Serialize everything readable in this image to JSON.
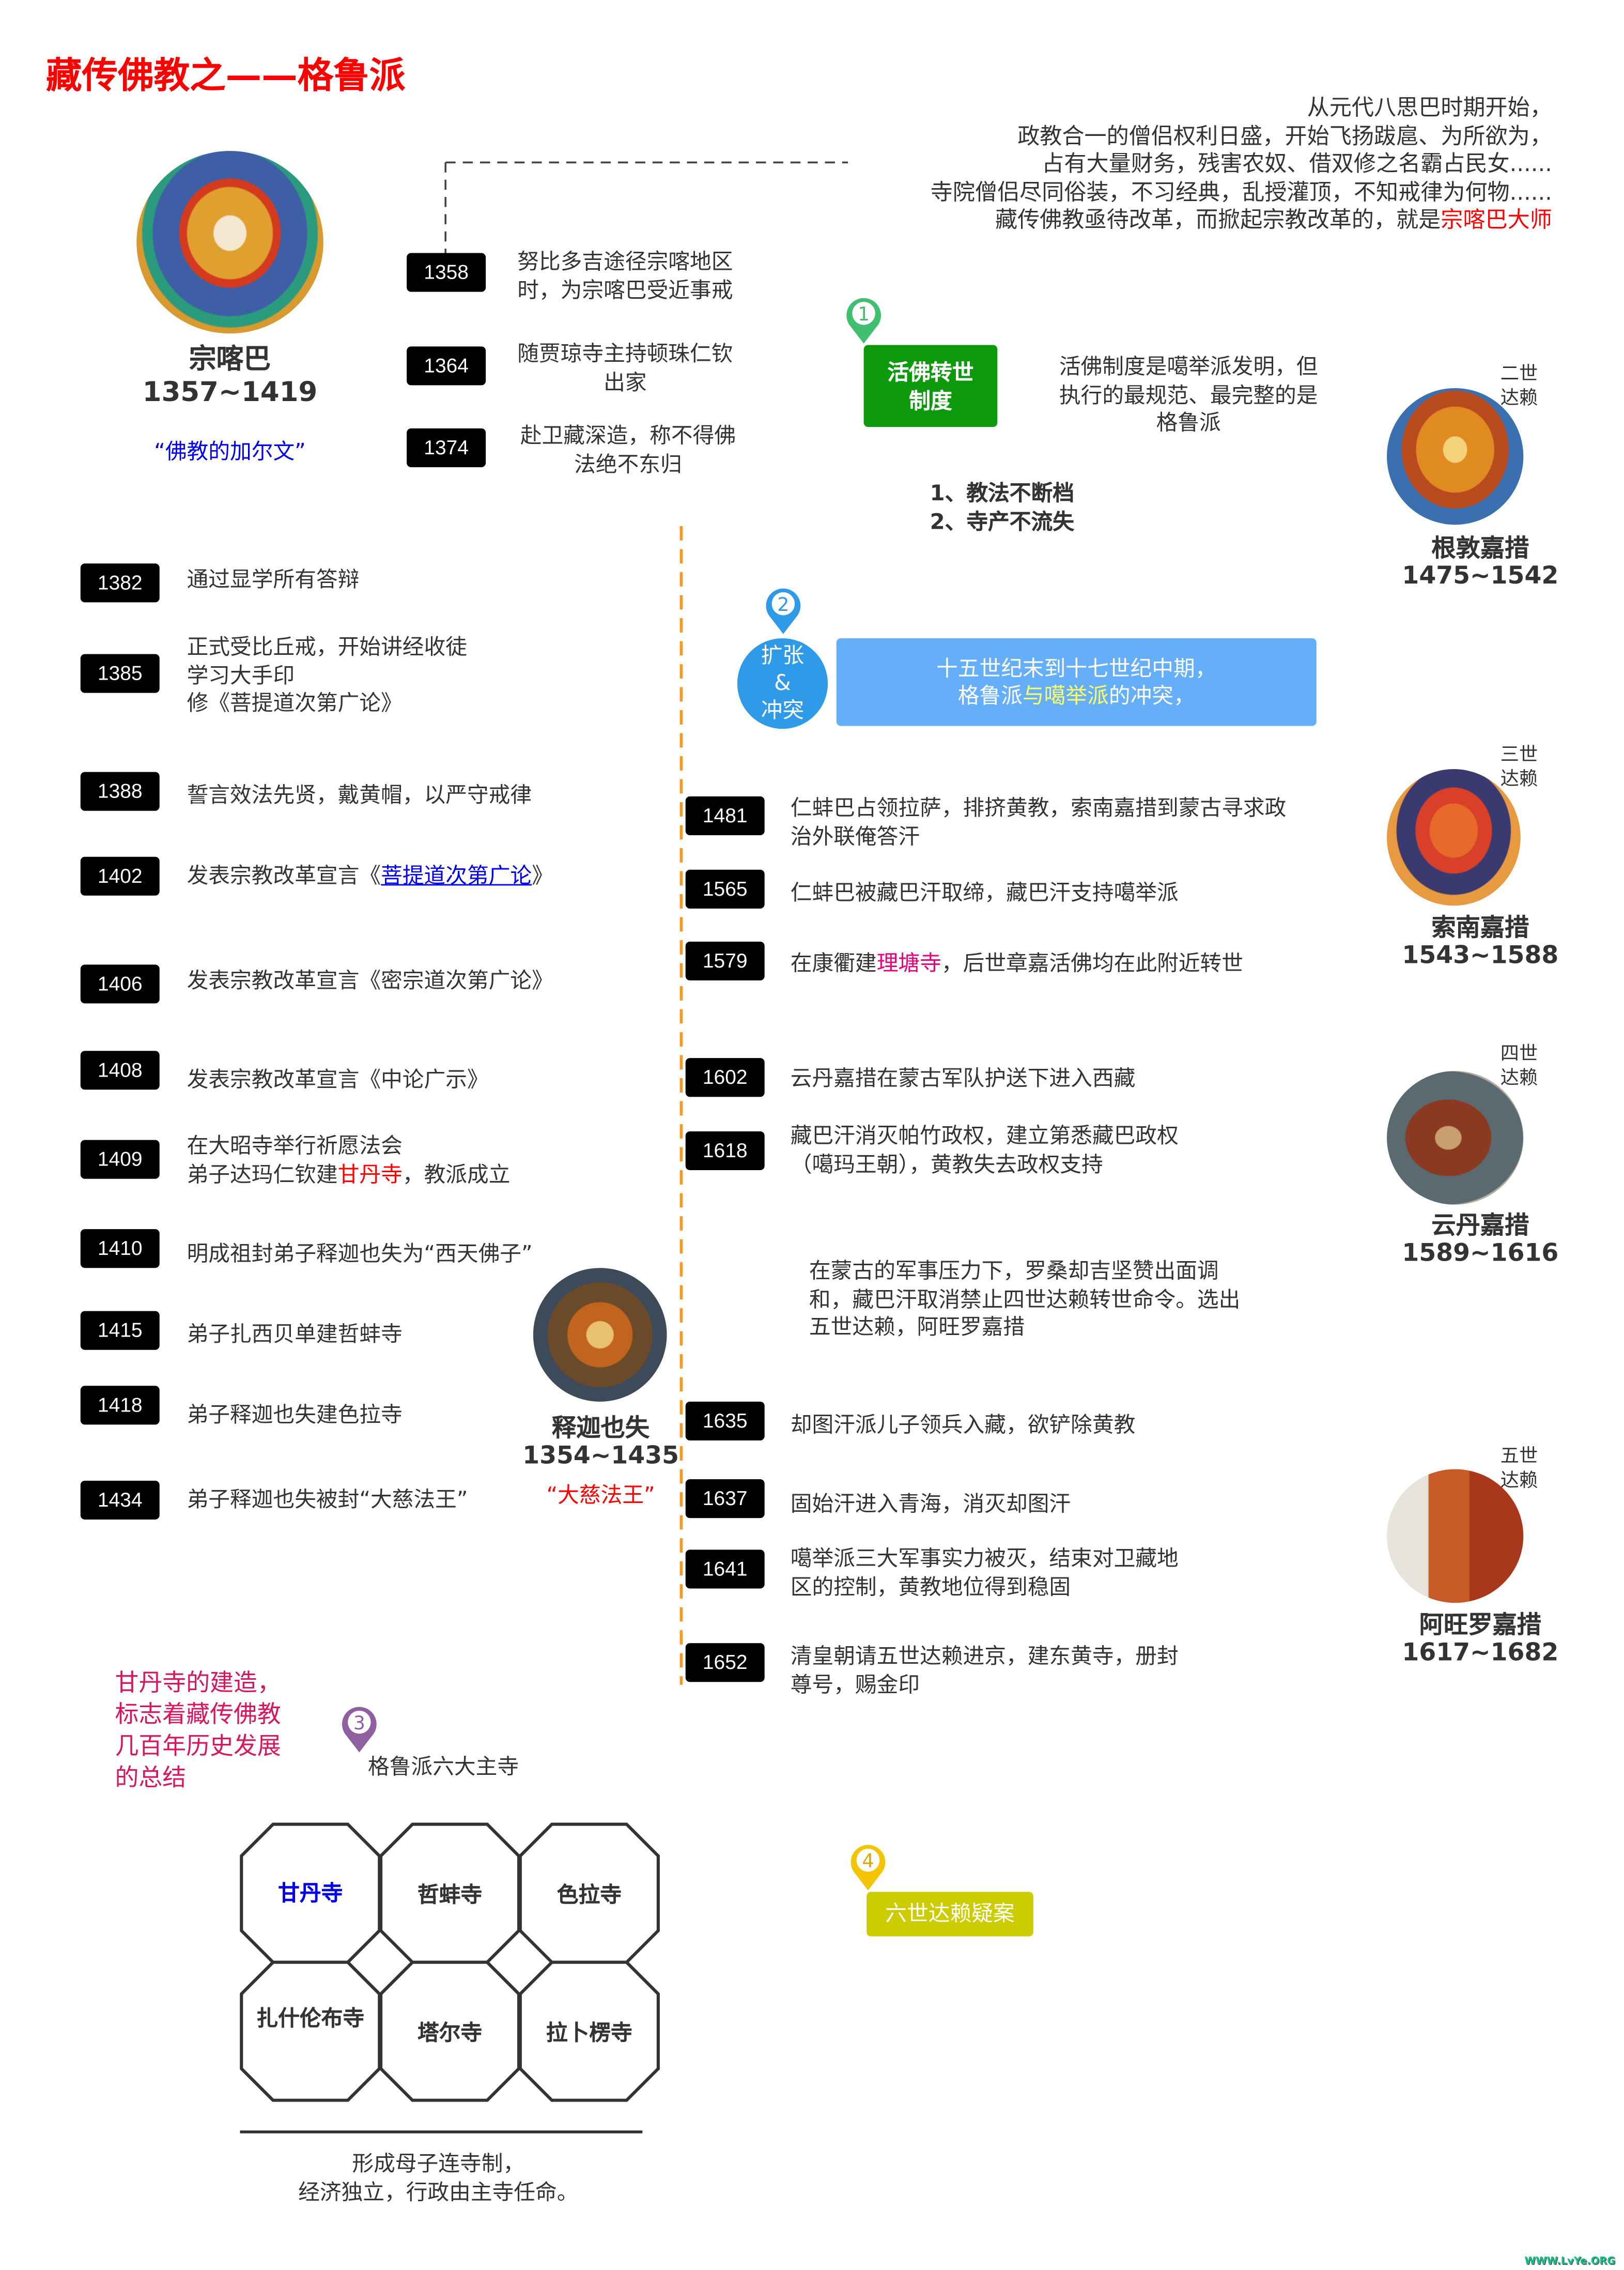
{
  "title": "藏传佛教之——格鲁派",
  "founder": {
    "name": "宗喀巴",
    "years": "1357~1419",
    "epithet": "“佛教的加尔文”",
    "events": [
      {
        "year": "1358",
        "lines": [
          "努比多吉途径宗喀地区",
          "时，为宗喀巴受近事戒"
        ]
      },
      {
        "year": "1364",
        "lines": [
          "随贾琼寺主持顿珠仁钦",
          "出家"
        ]
      },
      {
        "year": "1374",
        "lines": [
          "赴卫藏深造，称不得佛",
          "法绝不东归"
        ]
      }
    ]
  },
  "intro": {
    "lines": [
      "从元代八思巴时期开始，",
      "政教合一的僧侣权利日盛，开始飞扬跋扈、为所欲为，",
      "占有大量财务，残害农奴、借双修之名霸占民女......",
      "寺院僧侣尽同俗装，不习经典，乱授灌顶，不知戒律为何物......"
    ],
    "last_line_prefix": "藏传佛教亟待改革，而掀起宗教改革的，就是",
    "last_line_highlight": "宗喀巴大师"
  },
  "section1": {
    "number": "1",
    "label": "活佛转世制度",
    "description": [
      "活佛制度是噶举派发明，但",
      "执行的最规范、最完整的是",
      "格鲁派"
    ],
    "points": [
      "1、教法不断档",
      "2、寺产不流失"
    ]
  },
  "left_timeline": [
    {
      "year": "1382",
      "lines": [
        "通过显学所有答辩"
      ]
    },
    {
      "year": "1385",
      "lines": [
        "正式受比丘戒，开始讲经收徒",
        "学习大手印",
        "修《菩提道次第广论》"
      ]
    },
    {
      "year": "1388",
      "lines": [
        "誓言效法先贤，戴黄帽，以严守戒律"
      ]
    },
    {
      "year": "1402",
      "pre": "发表宗教改革宣言《",
      "highlight": "菩提道次第广论",
      "post": "》"
    },
    {
      "year": "1406",
      "lines": [
        "发表宗教改革宣言《密宗道次第广论》"
      ]
    },
    {
      "year": "1408",
      "lines": [
        "发表宗教改革宣言《中论广示》"
      ]
    },
    {
      "year": "1409",
      "line1": "在大昭寺举行祈愿法会",
      "pre": "弟子达玛仁钦建",
      "highlight": "甘丹寺",
      "post": "，教派成立"
    },
    {
      "year": "1410",
      "lines": [
        "明成祖封弟子释迦也失为“西天佛子”"
      ]
    },
    {
      "year": "1415",
      "lines": [
        "弟子扎西贝单建哲蚌寺"
      ]
    },
    {
      "year": "1418",
      "lines": [
        "弟子释迦也失建色拉寺"
      ]
    },
    {
      "year": "1434",
      "lines": [
        "弟子释迦也失被封“大慈法王”"
      ]
    }
  ],
  "disciple": {
    "name": "释迦也失",
    "years": "1354~1435",
    "epithet": "“大慈法王”"
  },
  "section2": {
    "number": "2",
    "circle_lines": [
      "扩张",
      "&",
      "冲突"
    ],
    "banner_line1": "十五世纪末到十七世纪中期，",
    "banner_pre": "格鲁派",
    "banner_highlight": "与噶举派",
    "banner_post": "的冲突，"
  },
  "right_timeline": [
    {
      "year": "1481",
      "lines": [
        "仁蚌巴占领拉萨，排挤黄教，索南嘉措到蒙古寻求政",
        "治外联俺答汗"
      ]
    },
    {
      "year": "1565",
      "lines": [
        "仁蚌巴被藏巴汗取缔，藏巴汗支持噶举派"
      ]
    },
    {
      "year": "1579",
      "pre": "在康衢建",
      "highlight": "理塘寺",
      "post": "，后世章嘉活佛均在此附近转世"
    },
    {
      "year": "1602",
      "lines": [
        "云丹嘉措在蒙古军队护送下进入西藏"
      ]
    },
    {
      "year": "1618",
      "lines": [
        "藏巴汗消灭帕竹政权，建立第悉藏巴政权",
        "（噶玛王朝），黄教失去政权支持"
      ]
    },
    {
      "year": "1635",
      "lines": [
        "却图汗派儿子领兵入藏，欲铲除黄教"
      ]
    },
    {
      "year": "1637",
      "lines": [
        "固始汗进入青海，消灭却图汗"
      ]
    },
    {
      "year": "1641",
      "lines": [
        "噶举派三大军事实力被灭，结束对卫藏地",
        "区的控制，黄教地位得到稳固"
      ]
    },
    {
      "year": "1652",
      "lines": [
        "清皇朝请五世达赖进京，建东黄寺，册封",
        "尊号，赐金印"
      ]
    }
  ],
  "mediation_note": [
    "在蒙古的军事压力下，罗桑却吉坚赞出面调",
    "和，藏巴汗取消禁止四世达赖转世命令。选出",
    "五世达赖，阿旺罗嘉措"
  ],
  "dalai_lamas": [
    {
      "rank": [
        "二世",
        "达赖"
      ],
      "name": "根敦嘉措",
      "years": "1475~1542"
    },
    {
      "rank": [
        "三世",
        "达赖"
      ],
      "name": "索南嘉措",
      "years": "1543~1588"
    },
    {
      "rank": [
        "四世",
        "达赖"
      ],
      "name": "云丹嘉措",
      "years": "1589~1616"
    },
    {
      "rank": [
        "五世",
        "达赖"
      ],
      "name": "阿旺罗嘉措",
      "years": "1617~1682"
    }
  ],
  "section3": {
    "number": "3",
    "note": [
      "甘丹寺的建造，",
      "标志着藏传佛教",
      "几百年历史发展",
      "的总结"
    ],
    "heading": "格鲁派六大主寺",
    "monasteries": [
      "甘丹寺",
      "哲蚌寺",
      "色拉寺",
      "扎什伦布寺",
      "塔尔寺",
      "拉卜楞寺"
    ],
    "summary": [
      "形成母子连寺制，",
      "经济独立，行政由主寺任命。"
    ]
  },
  "section4": {
    "number": "4",
    "label": "六世达赖疑案"
  },
  "watermark": "WWW.LvYe.ORG",
  "colors": {
    "title": "#ff0000",
    "date_box": "#000000",
    "section1": "#0c9a0c",
    "section2": "#64aefa",
    "section2_circle": "#2f9be8",
    "section3": "#8f5f9f",
    "section4": "#cccc00",
    "timeline_axis": "#f39a2c",
    "highlight_blue": "#0000ee",
    "highlight_red": "#ff0000",
    "highlight_magenta": "#e6007e",
    "highlight_yellow": "#ffff66",
    "note_magenta": "#d6175f"
  }
}
